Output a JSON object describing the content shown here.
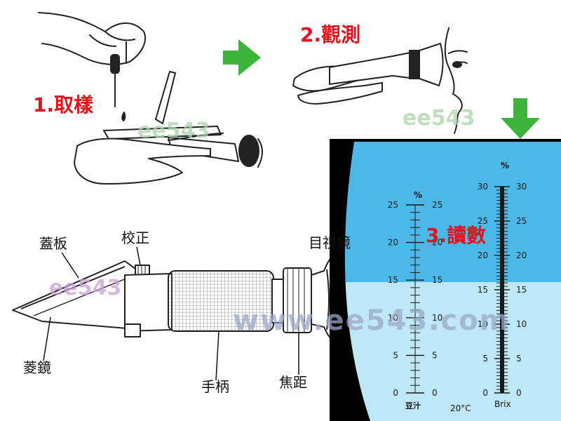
{
  "steps": [
    {
      "label": "1.取樣"
    },
    {
      "label": "2.觀測"
    },
    {
      "label": "3.讀數"
    }
  ],
  "parts": {
    "cover_plate": "蓋板",
    "calibration": "校正",
    "eyepiece": "目視鏡",
    "prism": "菱鏡",
    "handle": "手柄",
    "focus": "焦距"
  },
  "scale": {
    "left_ticks": [
      "0",
      "5",
      "10",
      "15",
      "20",
      "25"
    ],
    "left_unit": "%",
    "left_label": "豆汁",
    "right_ticks": [
      "0",
      "5",
      "10",
      "15",
      "20",
      "25",
      "30"
    ],
    "right_unit": "%",
    "right_label": "Brix",
    "temperature": "20°C"
  },
  "watermark": {
    "short": "ee543",
    "long": "www.ee543.com"
  },
  "colors": {
    "step_red": "#e8101a",
    "arrow_green": "#3cb43c",
    "view_top_blue": "#4cb8e8",
    "view_bottom_blue": "#bfe8f6",
    "view_frame": "#000000"
  },
  "icons": [
    "right-arrow-icon",
    "down-arrow-icon"
  ]
}
